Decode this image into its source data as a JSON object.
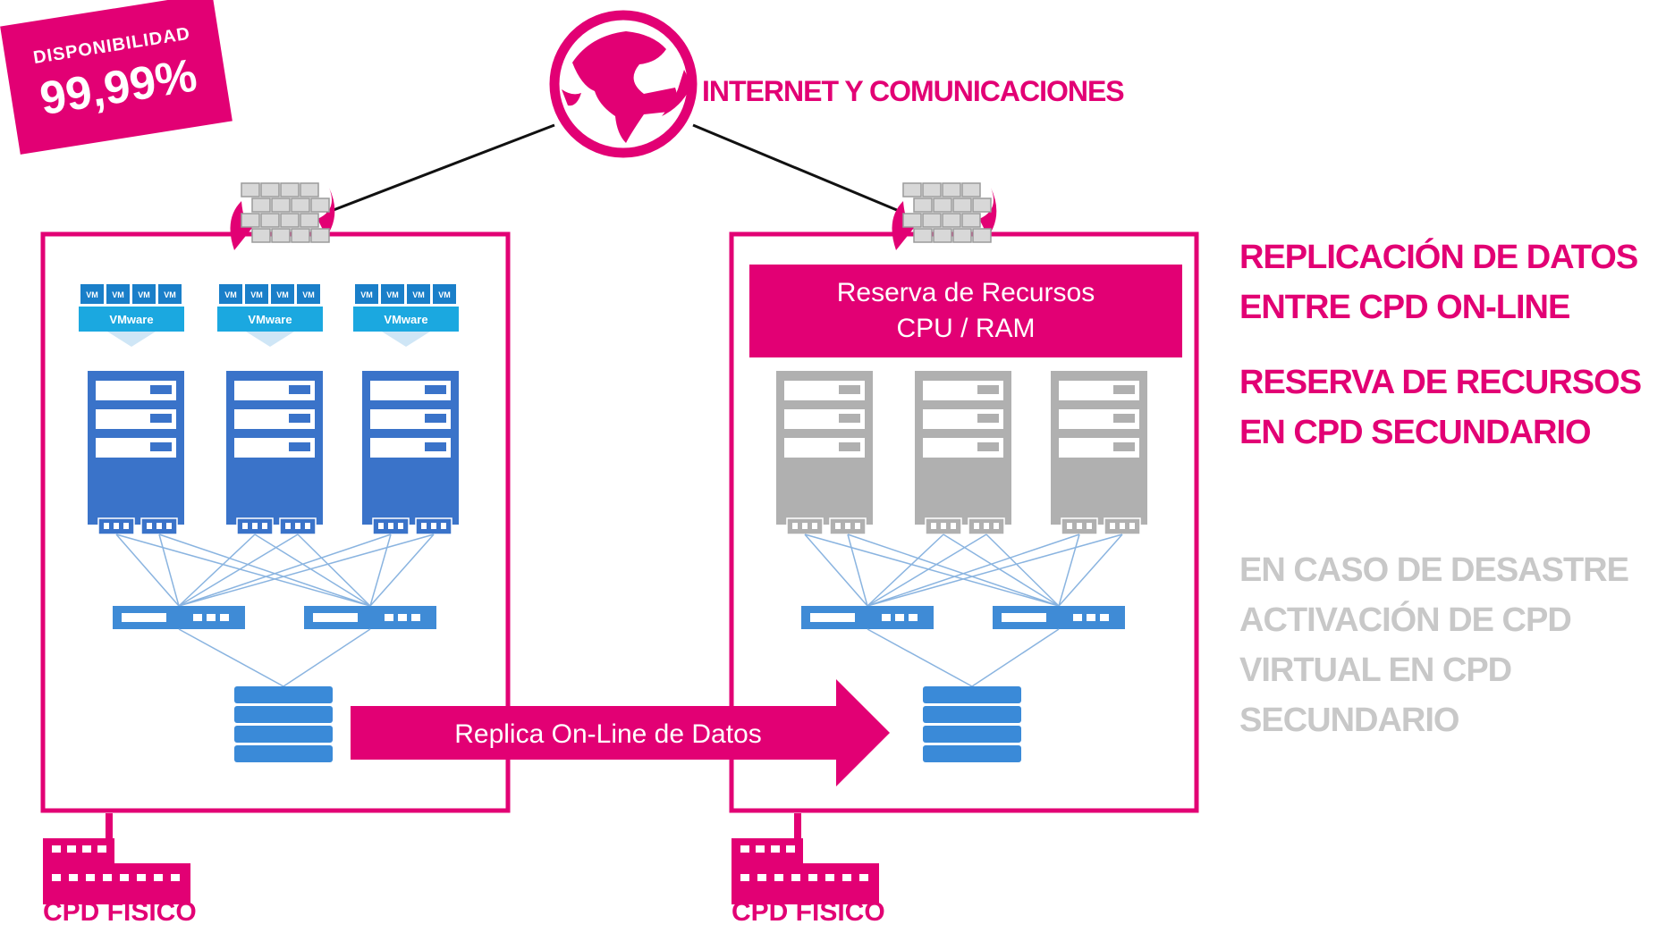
{
  "badge": {
    "label": "DISPONIBILIDAD",
    "value": "99,99%"
  },
  "internet": {
    "label": "INTERNET Y COMUNICACIONES"
  },
  "reserve_box": {
    "line1": "Reserva de Recursos",
    "line2": "CPU / RAM"
  },
  "replica_arrow": {
    "label": "Replica On-Line de Datos"
  },
  "sites": [
    {
      "label": "CPD FÍSICO"
    },
    {
      "label": "CPD FÍSICO"
    }
  ],
  "vm_label": "VM",
  "vmware_label": "VMware",
  "side_text": {
    "block1": [
      "REPLICACIÓN DE DATOS",
      "ENTRE CPD ON-LINE"
    ],
    "block2": [
      "RESERVA DE RECURSOS",
      "EN CPD SECUNDARIO"
    ],
    "block3": [
      "EN CASO DE DESASTRE",
      "ACTIVACIÓN DE CPD",
      "VIRTUAL EN CPD",
      "SECUNDARIO"
    ]
  },
  "colors": {
    "accent": "#e20074",
    "server_active": "#3a73c9",
    "server_standby": "#b0b0b0",
    "switch": "#3f8bd6",
    "muted_text": "#c8c8c8"
  },
  "icons": [
    "globe-icon",
    "firewall-icon",
    "building-icon",
    "server-icon",
    "switch-icon",
    "storage-icon"
  ]
}
